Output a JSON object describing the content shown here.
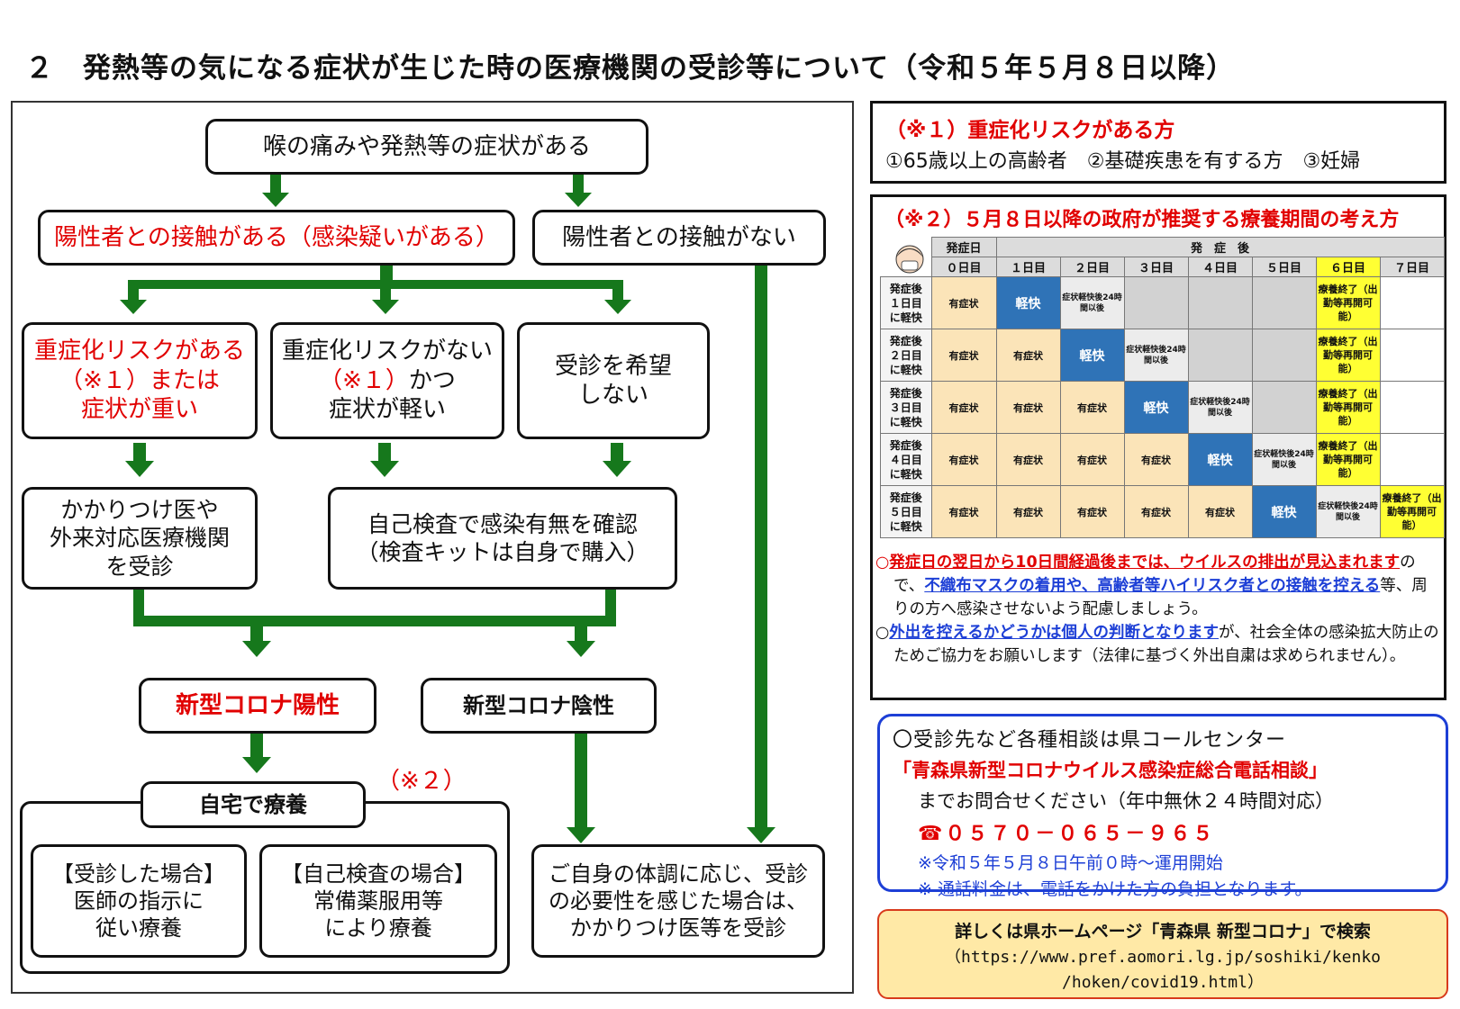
{
  "title": "２　発熱等の気になる症状が生じた時の医療機関の受診等について（令和５年５月８日以降）",
  "flow": {
    "start": "喉の痛みや発熱等の症状がある",
    "contact_yes": "陽性者との接触がある（感染疑いがある）",
    "contact_no": "陽性者との接触がない",
    "risk_high": [
      "重症化リスクがある",
      "（※１）または",
      "症状が重い"
    ],
    "risk_low": [
      "重症化リスクがない",
      "（※１）",
      "かつ",
      "症状が軽い"
    ],
    "no_visit": [
      "受診を希望",
      "しない"
    ],
    "family_doctor": [
      "かかりつけ医や",
      "外来対応医療機関",
      "を受診"
    ],
    "self_test": [
      "自己検査で感染有無を確認",
      "（検査キットは自身で購入）"
    ],
    "positive": "新型コロナ陽性",
    "negative": "新型コロナ陰性",
    "home_care": "自宅で療養",
    "note2": "（※２）",
    "visited": [
      "【受診した場合】",
      "医師の指示に",
      "従い療養"
    ],
    "self_case": [
      "【自己検査の場合】",
      "常備薬服用等",
      "により療養"
    ],
    "own_judgement": [
      "ご自身の体調に応じ、受診",
      "の必要性を感じた場合は、",
      "かかりつけ医等を受診"
    ]
  },
  "risk_box": {
    "heading": "（※１）重症化リスクがある方",
    "items": "①65歳以上の高齢者　②基礎疾患を有する方　③妊婦"
  },
  "care_period": {
    "heading": "（※２）５月８日以降の政府が推奨する療養期間の考え方",
    "onset_label": "発症日",
    "after_label": "発　症　後",
    "days": [
      "０日目",
      "１日目",
      "２日目",
      "３日目",
      "４日目",
      "５日目",
      "６日目",
      "７日目"
    ],
    "rows": [
      {
        "label": [
          "発症後",
          "１日目",
          "に軽快"
        ],
        "cells": [
          "有症状",
          "軽快",
          "症状軽快後24時間以後",
          "",
          "",
          "",
          "療養終了（出勤等再開可能）",
          ""
        ]
      },
      {
        "label": [
          "発症後",
          "２日目",
          "に軽快"
        ],
        "cells": [
          "有症状",
          "有症状",
          "軽快",
          "症状軽快後24時間以後",
          "",
          "",
          "療養終了（出勤等再開可能）",
          ""
        ]
      },
      {
        "label": [
          "発症後",
          "３日目",
          "に軽快"
        ],
        "cells": [
          "有症状",
          "有症状",
          "有症状",
          "軽快",
          "症状軽快後24時間以後",
          "",
          "療養終了（出勤等再開可能）",
          ""
        ]
      },
      {
        "label": [
          "発症後",
          "４日目",
          "に軽快"
        ],
        "cells": [
          "有症状",
          "有症状",
          "有症状",
          "有症状",
          "軽快",
          "症状軽快後24時間以後",
          "療養終了（出勤等再開可能）",
          ""
        ]
      },
      {
        "label": [
          "発症後",
          "５日目",
          "に軽快"
        ],
        "cells": [
          "有症状",
          "有症状",
          "有症状",
          "有症状",
          "有症状",
          "軽快",
          "症状軽快後24時間以後",
          "療養終了（出勤等再開可能）"
        ]
      }
    ],
    "note1_a": "発症日の翌日から10日間経過後までは、ウイルスの排出が見込まれます",
    "note1_b": "ので、",
    "note1_c": "不織布マスクの着用や、高齢者等ハイリスク者との接触を控える",
    "note1_d": "等、周りの方へ感染させないよう配慮しましょう。",
    "note2_a": "外出を控えるかどうかは個人の判断となります",
    "note2_b": "が、社会全体の感染拡大防止のためご協力をお願いします（法律に基づく外出自粛は求められません）。",
    "bullet": "○"
  },
  "callcenter": {
    "line1": "〇受診先など各種相談は県コールセンター",
    "line2": "「青森県新型コロナウイルス感染症総合電話相談」",
    "line3": "までお問合せください（年中無休２４時間対応）",
    "phone": "☎０５７０－０６５－９６５",
    "line5": "※令和５年５月８日午前０時～運用開始",
    "line6": "※ 通話料金は、電話をかけた方の負担となります。"
  },
  "homepage": {
    "line1": "詳しくは県ホームページ「青森県 新型コロナ」で検索",
    "line2": "（https://www.pref.aomori.lg.jp/soshiki/kenko",
    "line3": "/hoken/covid19.html）"
  },
  "colors": {
    "green_arrow": "#16781c",
    "red": "#e10000",
    "blue_cell": "#2f73b7",
    "yellow_end": "#ffff33",
    "orange_box": "#ffe9a6"
  }
}
